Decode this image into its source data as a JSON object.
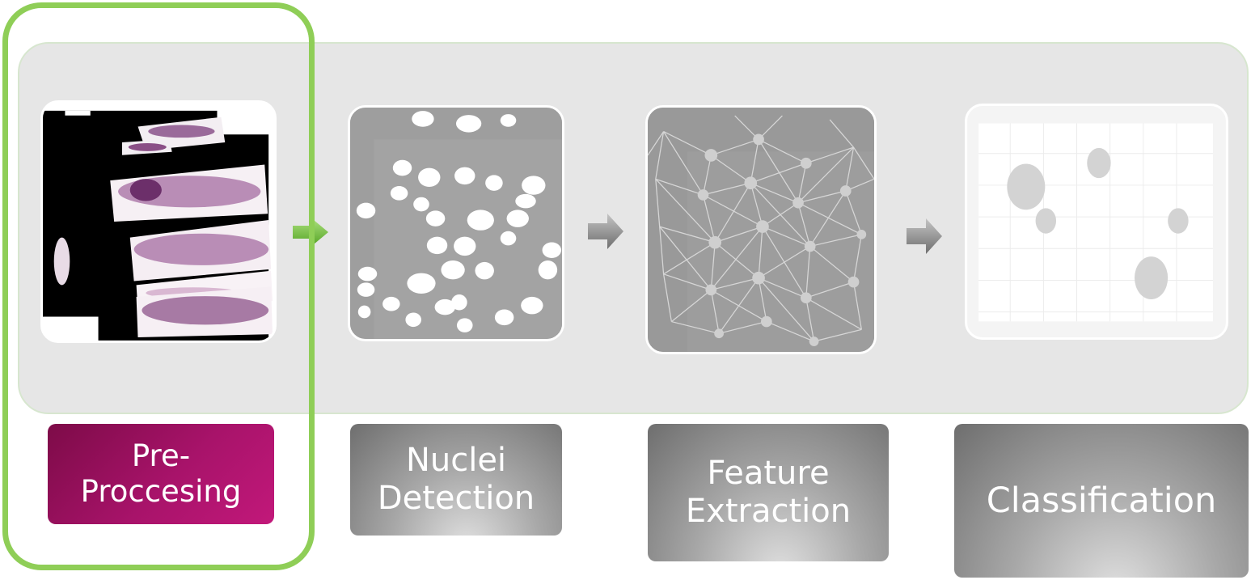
{
  "steps": [
    {
      "id": "preprocessing",
      "label": "Pre-\nProccesing",
      "active": true,
      "image_icon": "tissue-slide-icon"
    },
    {
      "id": "nuclei-detection",
      "label": "Nuclei\nDetection",
      "active": false,
      "image_icon": "nuclei-mask-icon"
    },
    {
      "id": "feature-extraction",
      "label": "Feature\nExtraction",
      "active": false,
      "image_icon": "delaunay-graph-icon"
    },
    {
      "id": "classification",
      "label": "Classification",
      "active": false,
      "image_icon": "scatter-plot-icon"
    }
  ],
  "colors": {
    "highlight": "#8fce57",
    "active_label": "#a8136a",
    "inactive_label": "#8a8a8a",
    "panel": "#e6e6e6",
    "active_arrow": "#7cc242",
    "inactive_arrow": "#9a9a9a"
  }
}
